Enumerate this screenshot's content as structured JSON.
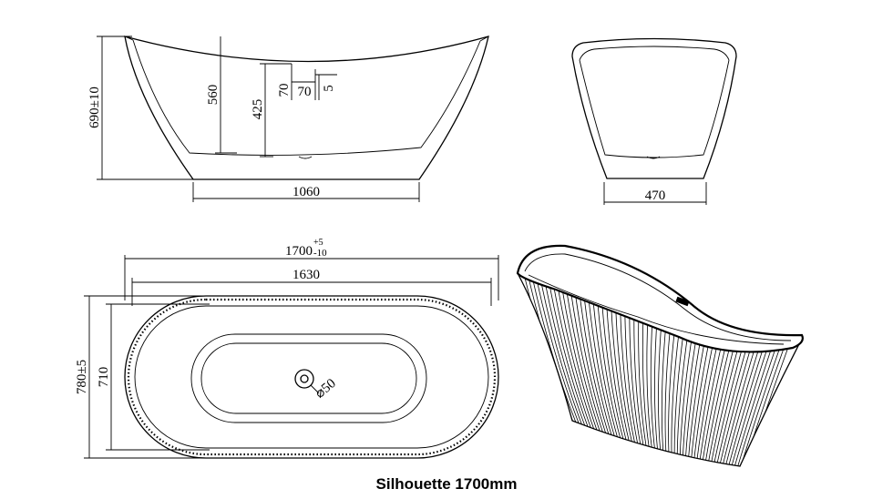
{
  "side_view": {
    "overall_height": "690±10",
    "inner_depth": "560",
    "overflow_height": "425",
    "overflow_offset": "70",
    "overflow_width": "70",
    "overflow_gap": "5",
    "base_length": "1060"
  },
  "end_view": {
    "base_width": "470"
  },
  "top_view": {
    "overall_length": "1700",
    "length_tol_plus": "+5",
    "length_tol_minus": "-10",
    "inner_length": "1630",
    "overall_width": "780±5",
    "inner_width": "710",
    "drain_diameter": "⌀50"
  },
  "caption": "Silhouette 1700mm",
  "colors": {
    "line": "#000000",
    "background": "#ffffff"
  }
}
